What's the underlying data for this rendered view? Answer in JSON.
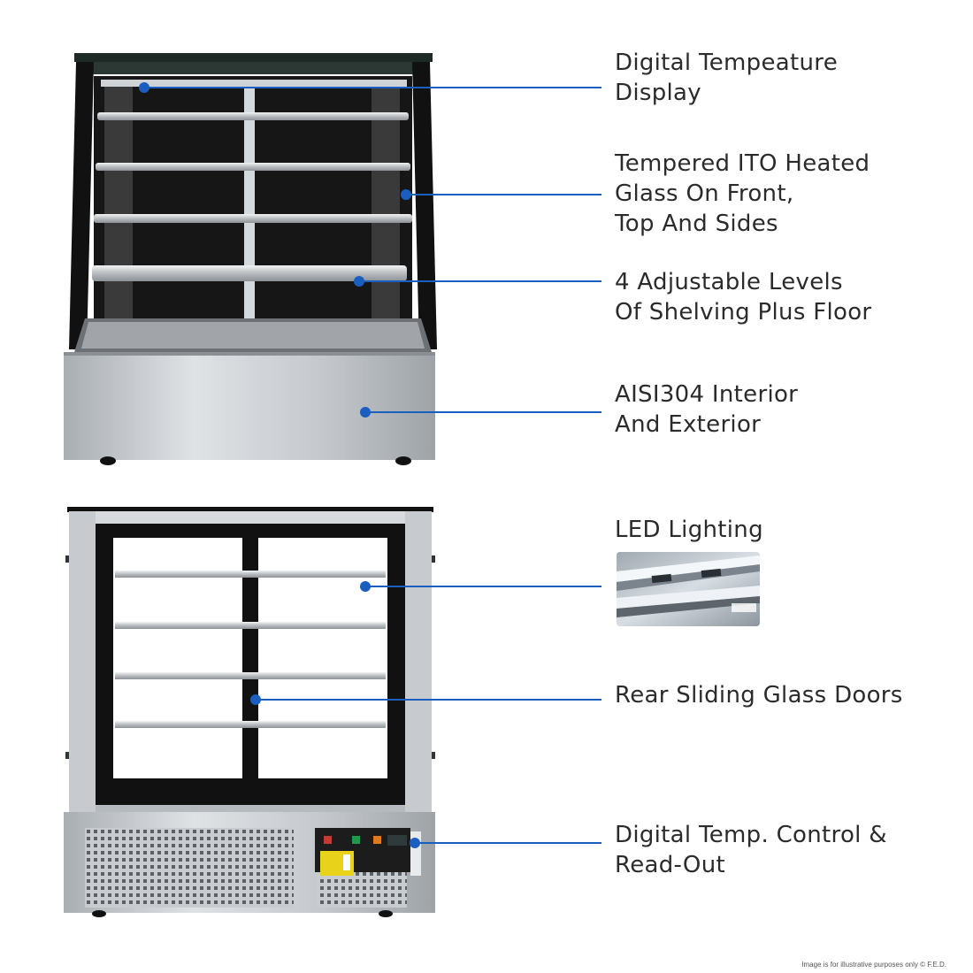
{
  "callouts": [
    {
      "id": "temp-display",
      "lines": [
        "Digital Tempeature",
        "Display"
      ]
    },
    {
      "id": "heated-glass",
      "lines": [
        "Tempered ITO Heated",
        "Glass On Front,",
        "Top And Sides"
      ]
    },
    {
      "id": "shelving",
      "lines": [
        "4 Adjustable Levels",
        "Of Shelving Plus Floor"
      ]
    },
    {
      "id": "stainless",
      "lines": [
        "AISI304 Interior",
        "And Exterior"
      ]
    },
    {
      "id": "led",
      "lines": [
        "LED Lighting"
      ]
    },
    {
      "id": "sliding-doors",
      "lines": [
        "Rear Sliding Glass Doors"
      ]
    },
    {
      "id": "temp-control",
      "lines": [
        "Digital Temp. Control &",
        "Read-Out"
      ]
    }
  ],
  "footer": "Image is for illustrative purposes only  © F.E.D.",
  "colors": {
    "accent": "#1a5fc0",
    "text": "#2b2b2b",
    "steel": "#c9cdd1",
    "frame": "#111111"
  }
}
